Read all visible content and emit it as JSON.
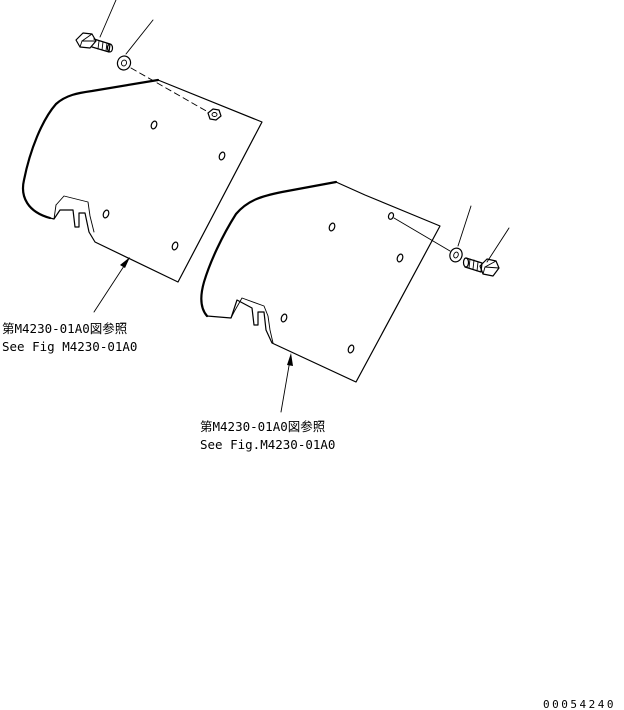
{
  "callouts": [
    {
      "line1": "第M4230-01A0図参照",
      "line2": "See Fig M4230-01A0"
    },
    {
      "line1": "第M4230-01A0図参照",
      "line2": "See Fig.M4230-01A0"
    }
  ],
  "drawing_number": "00054240"
}
